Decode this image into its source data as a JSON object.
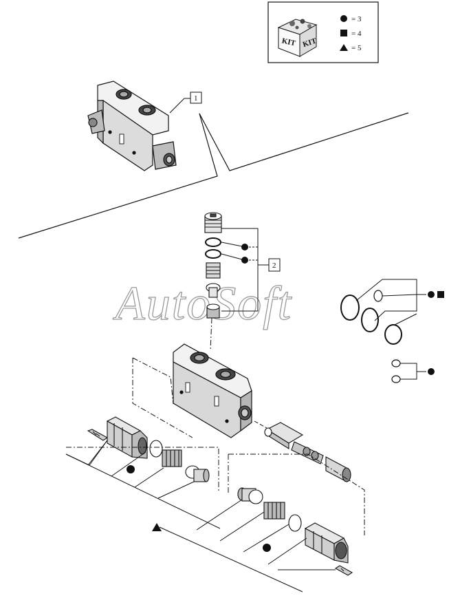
{
  "legend": {
    "kit_text": "KIT",
    "items": [
      {
        "symbol": "circle-icon",
        "text": "= 3"
      },
      {
        "symbol": "square-icon",
        "text": "= 4"
      },
      {
        "symbol": "triangle-icon",
        "text": "= 5"
      }
    ]
  },
  "callouts": {
    "ref1": "1",
    "ref2": "2"
  },
  "watermark": "AutoSoft"
}
